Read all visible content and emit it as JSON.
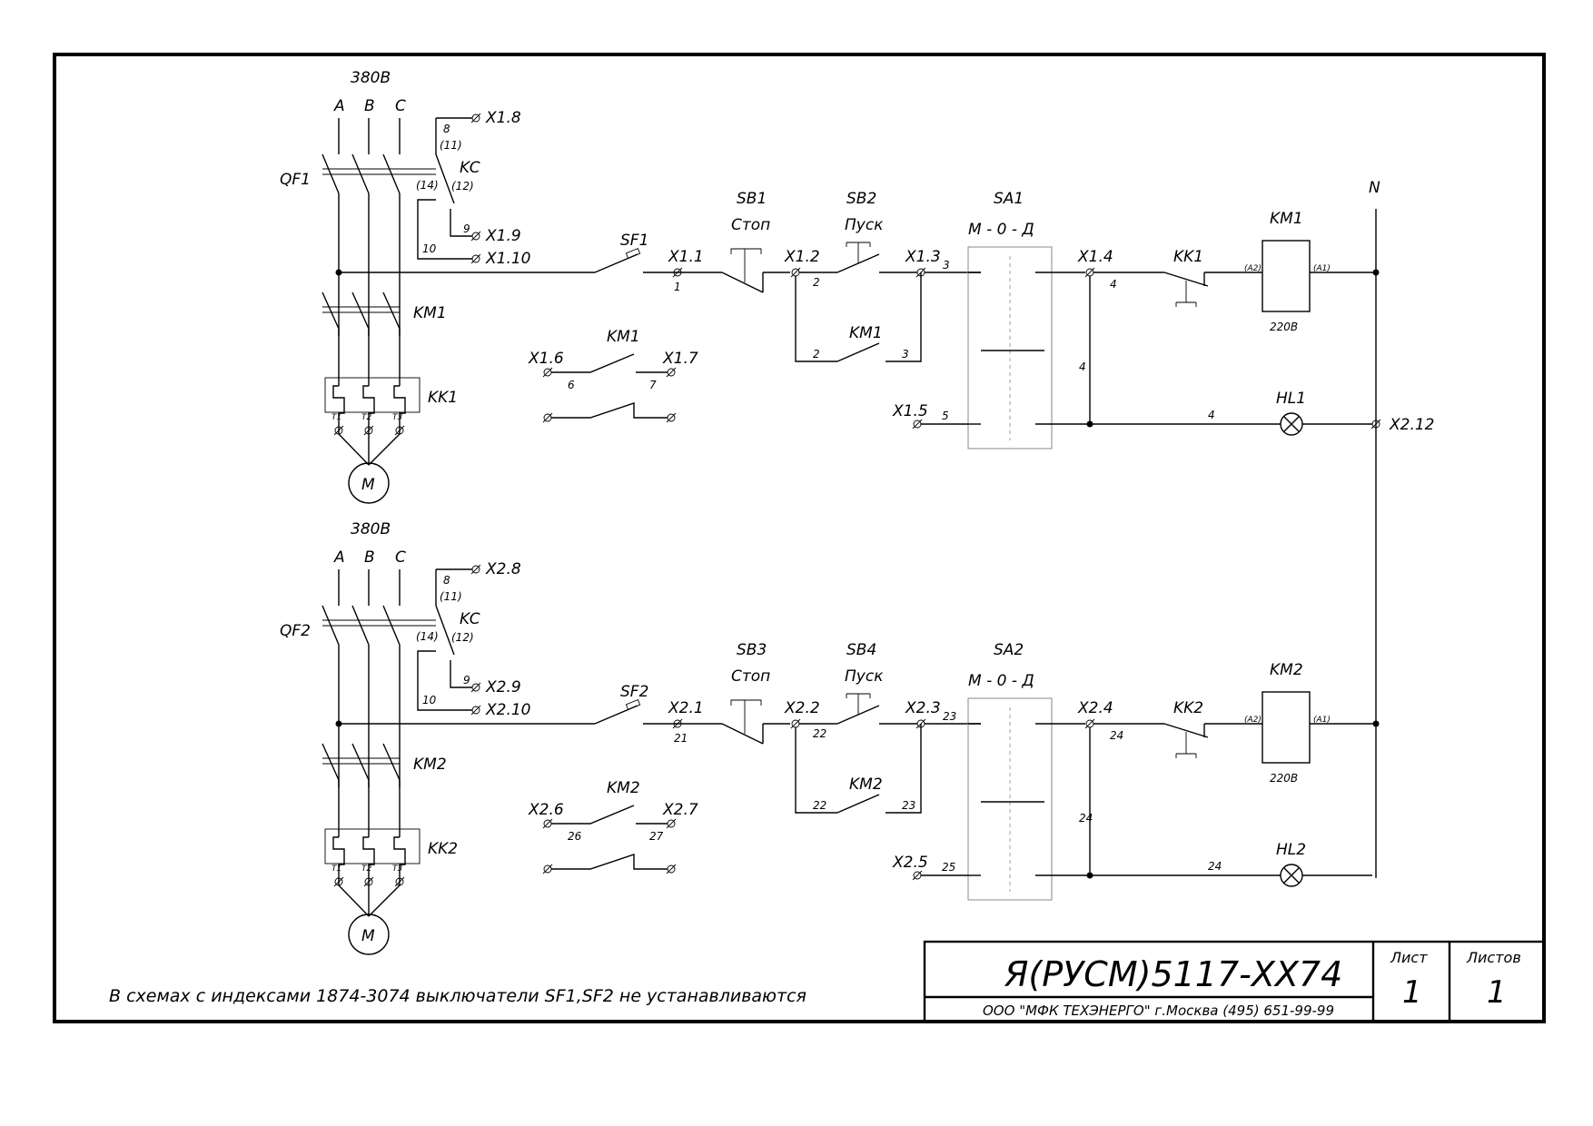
{
  "notes": {
    "footnote": "В схемах с индексами 1874-3074 выключатели SF1,SF2 не устанавливаются"
  },
  "title_block": {
    "designation": "Я(РУСМ)5117-XX74",
    "company": "ООО \"МФК ТЕХЭНЕРГО\" г.Москва  (495) 651-99-99",
    "sheet_label": "Лист",
    "sheet_value": "1",
    "sheets_label": "Листов",
    "sheets_value": "1"
  },
  "neutral": {
    "label": "N",
    "terminal": "X2.12"
  },
  "circuits": [
    {
      "voltage": "380В",
      "phases": [
        "A",
        "B",
        "C"
      ],
      "breaker": "QF1",
      "contactor_main": "KM1",
      "thermal_relay": "KK1",
      "motor": "M",
      "relay_kc": "KC",
      "kc_labels": [
        "8",
        "(11)",
        "(14)",
        "(12)",
        "9",
        "10"
      ],
      "thermal_terms": [
        "T1",
        "T2",
        "T3"
      ],
      "aux_terminals": [
        "X1.8",
        "X1.9",
        "X1.10"
      ],
      "switch": "SF1",
      "stop_button": "SB1",
      "stop_text": "Стоп",
      "start_button": "SB2",
      "start_text": "Пуск",
      "selector": "SA1",
      "selector_positions": "М - 0 - Д",
      "coil": "KM1",
      "coil_voltage": "220В",
      "coil_pins": [
        "(A2)",
        "(A1)"
      ],
      "overload_contact": "KK1",
      "lamp": "HL1",
      "holding_contact": "KM1",
      "signal_contact": "KM1",
      "terminals": {
        "t1": "X1.1",
        "t2": "X1.2",
        "t3": "X1.3",
        "t4": "X1.4",
        "t5": "X1.5",
        "t6": "X1.6",
        "t7": "X1.7"
      },
      "wires": {
        "w1": "1",
        "w2": "2",
        "w3": "3",
        "w4": "4",
        "w5": "5",
        "w6": "6",
        "w7": "7"
      }
    },
    {
      "voltage": "380В",
      "phases": [
        "A",
        "B",
        "C"
      ],
      "breaker": "QF2",
      "contactor_main": "KM2",
      "thermal_relay": "KK2",
      "motor": "M",
      "relay_kc": "KC",
      "kc_labels": [
        "8",
        "(11)",
        "(14)",
        "(12)",
        "9",
        "10"
      ],
      "thermal_terms": [
        "T1",
        "T2",
        "T3"
      ],
      "aux_terminals": [
        "X2.8",
        "X2.9",
        "X2.10"
      ],
      "switch": "SF2",
      "stop_button": "SB3",
      "stop_text": "Стоп",
      "start_button": "SB4",
      "start_text": "Пуск",
      "selector": "SA2",
      "selector_positions": "М - 0 - Д",
      "coil": "KM2",
      "coil_voltage": "220В",
      "coil_pins": [
        "(A2)",
        "(A1)"
      ],
      "overload_contact": "KK2",
      "lamp": "HL2",
      "holding_contact": "KM2",
      "signal_contact": "KM2",
      "terminals": {
        "t1": "X2.1",
        "t2": "X2.2",
        "t3": "X2.3",
        "t4": "X2.4",
        "t5": "X2.5",
        "t6": "X2.6",
        "t7": "X2.7"
      },
      "wires": {
        "w1": "21",
        "w2": "22",
        "w3": "23",
        "w4": "24",
        "w5": "25",
        "w6": "26",
        "w7": "27"
      }
    }
  ]
}
